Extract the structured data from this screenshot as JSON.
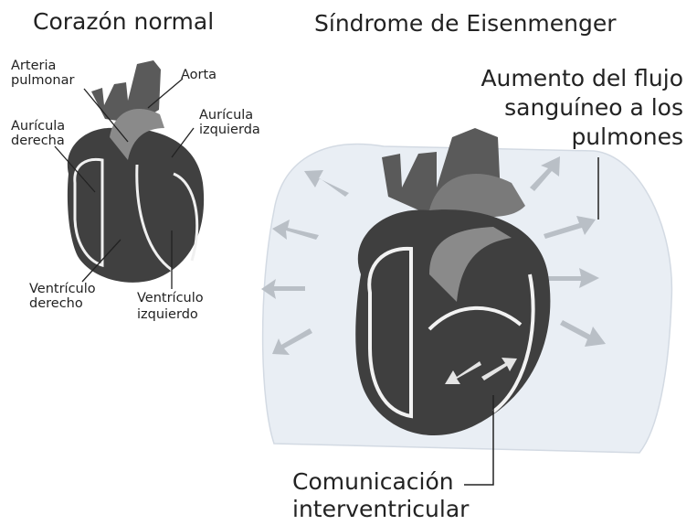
{
  "titles": {
    "normal": "Corazón normal",
    "eisenmenger": "Síndrome de Eisenmenger"
  },
  "normal_heart_labels": {
    "arteria_pulmonar_1": "Arteria",
    "arteria_pulmonar_2": "pulmonar",
    "aorta": "Aorta",
    "auricula_derecha_1": "Aurícula",
    "auricula_derecha_2": "derecha",
    "auricula_izquierda_1": "Aurícula",
    "auricula_izquierda_2": "izquierda",
    "ventriculo_derecho_1": "Ventrículo",
    "ventriculo_derecho_2": "derecho",
    "ventriculo_izquierdo_1": "Ventrículo",
    "ventriculo_izquierdo_2": "izquierdo"
  },
  "eisenmenger_labels": {
    "flujo_1": "Aumento del flujo",
    "flujo_2": "sanguíneo a los",
    "flujo_3": "pulmones",
    "comunicacion_1": "Comunicación",
    "comunicacion_2": "interventricular"
  },
  "colors": {
    "heart_dark": "#3a3a3a",
    "heart_mid": "#6a6a6a",
    "lung_fill": "#e9eef4",
    "arrow": "#b9bfc6"
  }
}
